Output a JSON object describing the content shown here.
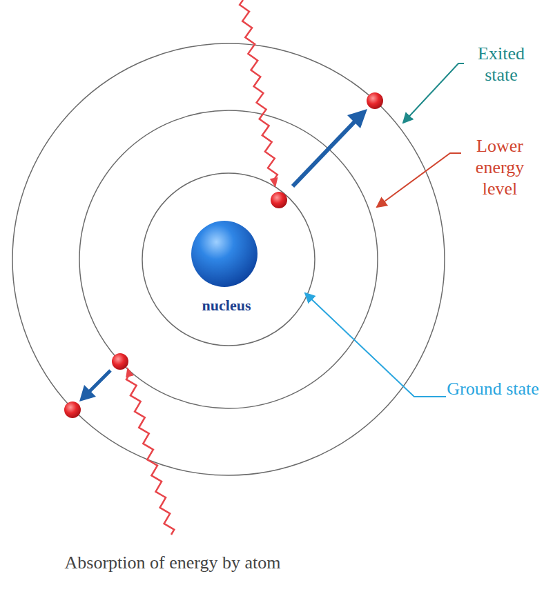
{
  "diagram": {
    "labels": [
      "Exited state",
      "Lower energy level",
      "Ground state",
      "nucleus",
      "Absorption of energy by atom"
    ]
  }
}
